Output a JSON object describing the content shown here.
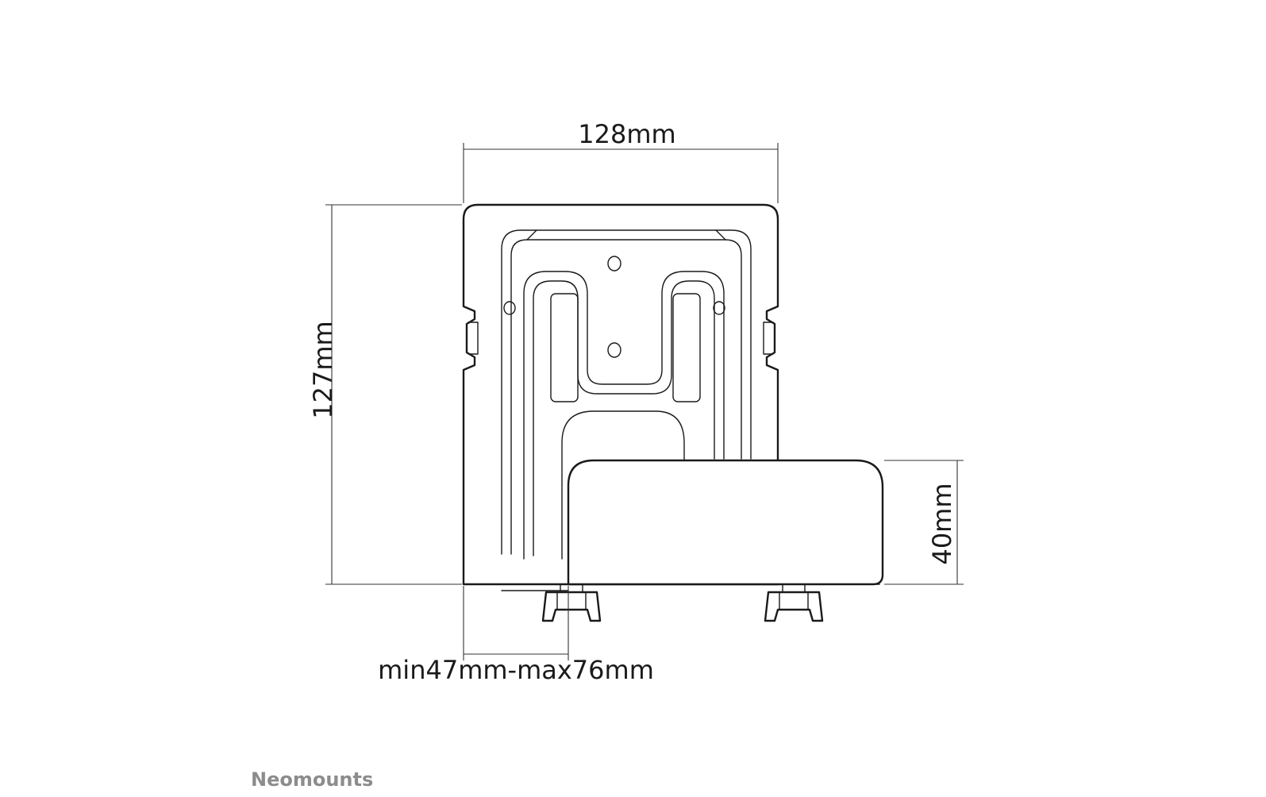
{
  "dimensions": {
    "width": "128mm",
    "height": "127mm",
    "device_height": "40mm",
    "depth_range": "min47mm-max76mm"
  },
  "brand": {
    "name": "Neomounts",
    "color": "#8c8c8c"
  },
  "colors": {
    "line": "#1a1a1a",
    "background": "#ffffff"
  }
}
